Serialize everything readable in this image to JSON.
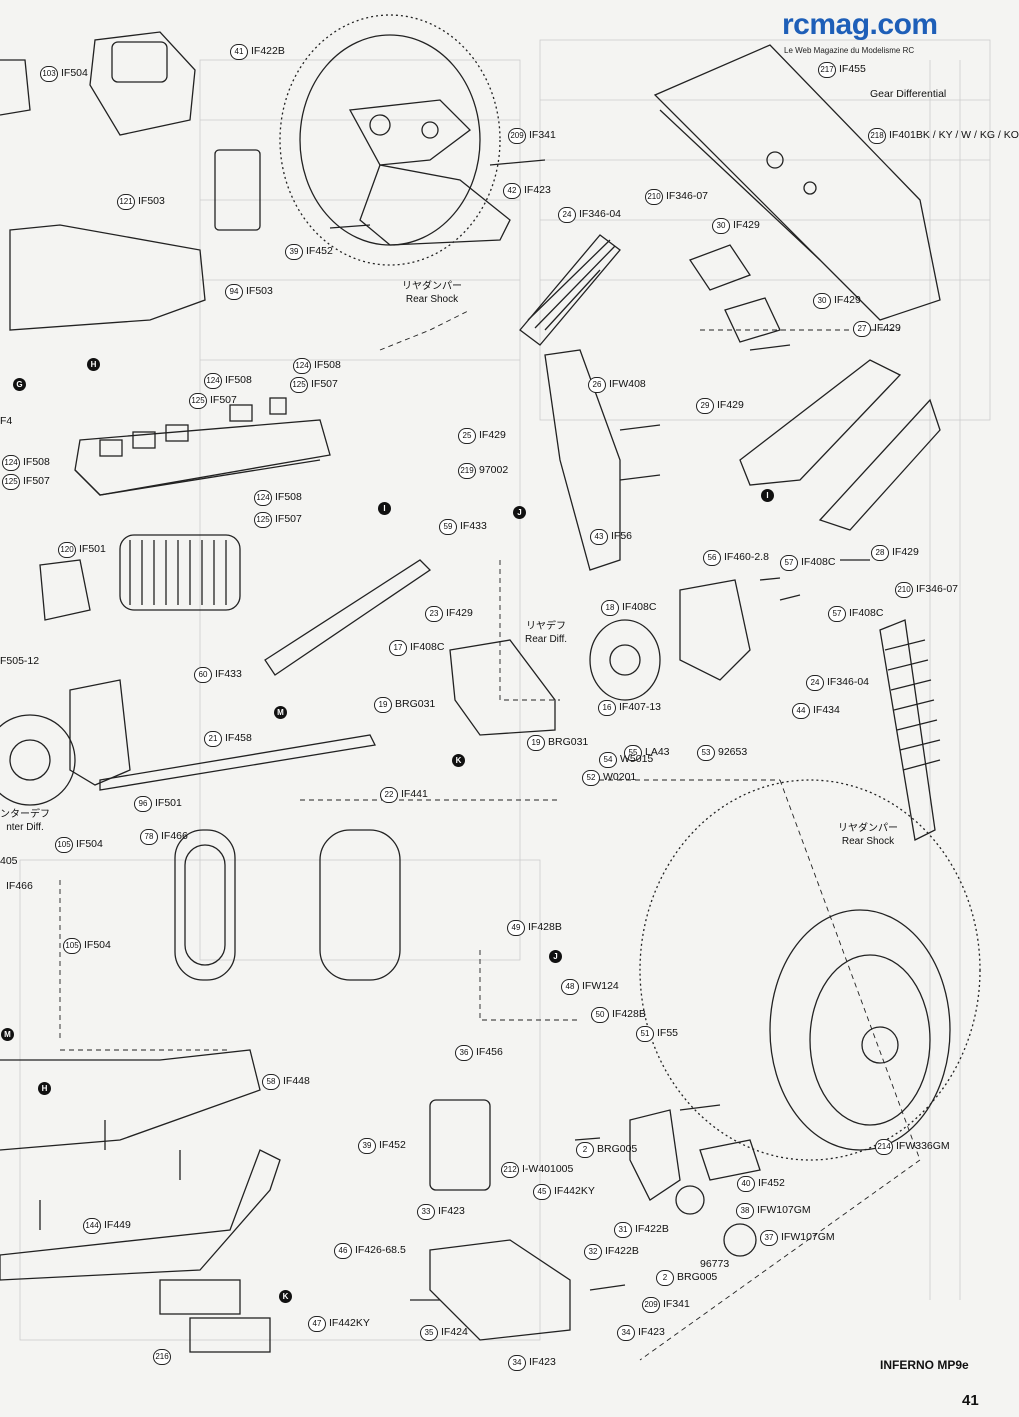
{
  "logo": {
    "main": "rcmag.com",
    "sub": "Le Web Magazine du Modelisme RC"
  },
  "footer": {
    "model": "INFERNO MP9e",
    "page": "41"
  },
  "markers": [
    {
      "letter": "H"
    },
    {
      "letter": "G"
    },
    {
      "letter": "I"
    },
    {
      "letter": "J"
    },
    {
      "letter": "M"
    },
    {
      "letter": "K"
    },
    {
      "letter": "I"
    },
    {
      "letter": "J"
    },
    {
      "letter": "H"
    },
    {
      "letter": "K"
    },
    {
      "letter": "M"
    }
  ],
  "jp_labels": [
    {
      "jp": "リヤダンパー",
      "en": "Rear Shock"
    },
    {
      "jp": "リヤデフ",
      "en": "Rear Diff."
    },
    {
      "jp": "リヤダンパー",
      "en": "Rear Shock"
    },
    {
      "jp": "ンターデフ",
      "en": "nter Diff."
    }
  ],
  "callouts": [
    {
      "num": "103",
      "part": "IF504"
    },
    {
      "num": "41",
      "part": "IF422B"
    },
    {
      "num": "209",
      "part": "IF341"
    },
    {
      "num": "42",
      "part": "IF423"
    },
    {
      "num": "121",
      "part": "IF503"
    },
    {
      "num": "210",
      "part": "IF346-07"
    },
    {
      "num": "24",
      "part": "IF346-04"
    },
    {
      "num": "30",
      "part": "IF429"
    },
    {
      "num": "218",
      "part": "IF401BK / KY / W / KG / KO"
    },
    {
      "num": "217",
      "part": "IF455"
    },
    {
      "num": "39",
      "part": "IF452"
    },
    {
      "num": "94",
      "part": "IF503"
    },
    {
      "num": "30",
      "part": "IF429"
    },
    {
      "num": "27",
      "part": "IF429"
    },
    {
      "num": "124",
      "part": "IF508"
    },
    {
      "num": "124",
      "part": "IF508"
    },
    {
      "num": "125",
      "part": "IF507"
    },
    {
      "num": "125",
      "part": "IF507"
    },
    {
      "num": "26",
      "part": "IFW408"
    },
    {
      "num": "29",
      "part": "IF429"
    },
    {
      "num": "25",
      "part": "IF429"
    },
    {
      "num": "219",
      "part": "97002"
    },
    {
      "num": "124",
      "part": "IF508"
    },
    {
      "num": "125",
      "part": "IF507"
    },
    {
      "num": "124",
      "part": "IF508"
    },
    {
      "num": "125",
      "part": "IF507"
    },
    {
      "num": "59",
      "part": "IF433"
    },
    {
      "num": "43",
      "part": "IF56"
    },
    {
      "num": "28",
      "part": "IF429"
    },
    {
      "num": "120",
      "part": "IF501"
    },
    {
      "num": "56",
      "part": "IF460-2.8"
    },
    {
      "num": "57",
      "part": "IF408C"
    },
    {
      "num": "210",
      "part": "IF346-07"
    },
    {
      "num": "23",
      "part": "IF429"
    },
    {
      "num": "18",
      "part": "IF408C"
    },
    {
      "num": "57",
      "part": "IF408C"
    },
    {
      "num": "17",
      "part": "IF408C"
    },
    {
      "num": "60",
      "part": "IF433"
    },
    {
      "num": "24",
      "part": "IF346-04"
    },
    {
      "num": "19",
      "part": "BRG031"
    },
    {
      "num": "16",
      "part": "IF407-13"
    },
    {
      "num": "44",
      "part": "IF434"
    },
    {
      "num": "21",
      "part": "IF458"
    },
    {
      "num": "19",
      "part": "BRG031"
    },
    {
      "num": "55",
      "part": "LA43"
    },
    {
      "num": "53",
      "part": "92653"
    },
    {
      "num": "54",
      "part": "W5015"
    },
    {
      "num": "52",
      "part": "W0201"
    },
    {
      "num": "22",
      "part": "IF441"
    },
    {
      "num": "96",
      "part": "IF501"
    },
    {
      "num": "78",
      "part": "IF466"
    },
    {
      "num": "105",
      "part": "IF504"
    },
    {
      "num": "105",
      "part": "IF504"
    },
    {
      "num": "49",
      "part": "IF428B"
    },
    {
      "num": "48",
      "part": "IFW124"
    },
    {
      "num": "50",
      "part": "IF428B"
    },
    {
      "num": "51",
      "part": "IF55"
    },
    {
      "num": "36",
      "part": "IF456"
    },
    {
      "num": "58",
      "part": "IF448"
    },
    {
      "num": "2",
      "part": "BRG005"
    },
    {
      "num": "39",
      "part": "IF452"
    },
    {
      "num": "214",
      "part": "IFW336GM"
    },
    {
      "num": "212",
      "part": "I-W401005"
    },
    {
      "num": "45",
      "part": "IF442KY"
    },
    {
      "num": "40",
      "part": "IF452"
    },
    {
      "num": "38",
      "part": "IFW107GM"
    },
    {
      "num": "33",
      "part": "IF423"
    },
    {
      "num": "31",
      "part": "IF422B"
    },
    {
      "num": "37",
      "part": "IFW107GM"
    },
    {
      "num": "32",
      "part": "IF422B"
    },
    {
      "num": "",
      "part": "96773"
    },
    {
      "num": "2",
      "part": "BRG005"
    },
    {
      "num": "46",
      "part": "IF426-68.5"
    },
    {
      "num": "144",
      "part": "IF449"
    },
    {
      "num": "209",
      "part": "IF341"
    },
    {
      "num": "47",
      "part": "IF442KY"
    },
    {
      "num": "34",
      "part": "IF423"
    },
    {
      "num": "35",
      "part": "IF424"
    },
    {
      "num": "34",
      "part": "IF423"
    },
    {
      "num": "216",
      "part": ""
    }
  ],
  "edge_text": [
    {
      "text": "F505-12"
    },
    {
      "text": "405"
    },
    {
      "text": "IF466"
    },
    {
      "text": "F4"
    },
    {
      "text": "Gear Differential"
    }
  ]
}
